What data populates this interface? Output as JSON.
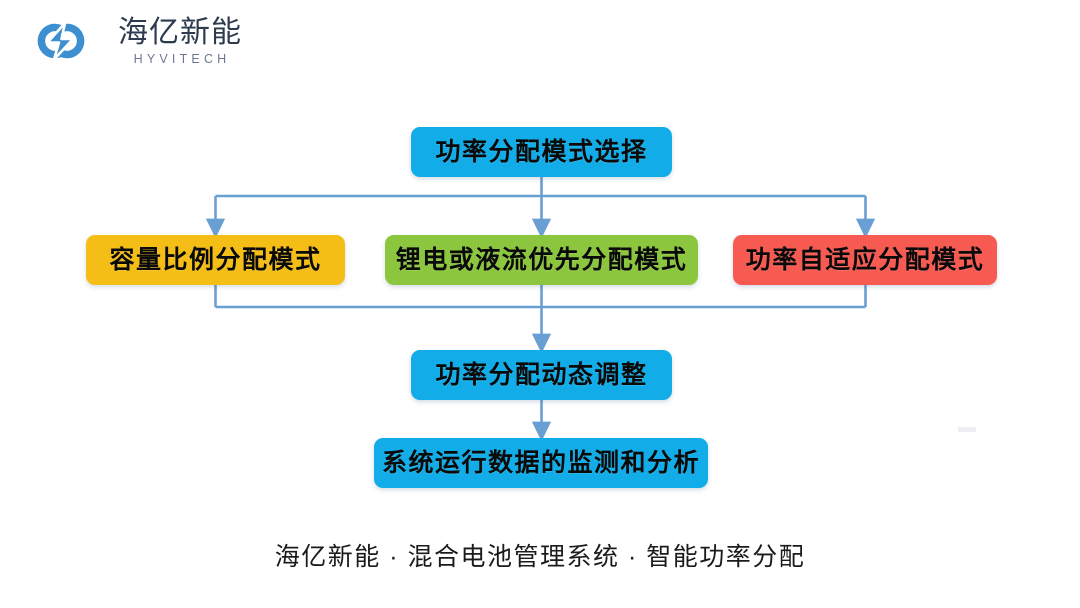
{
  "brand": {
    "name_cn": "海亿新能",
    "name_en": "HYVITECH",
    "logo_icon": "infinity-bolt-logo-icon",
    "logo_color": "#3E8FD0",
    "text_color": "#2e3a4e"
  },
  "chart_data": {
    "type": "diagram",
    "title": "功率分配模式选择",
    "nodes": [
      {
        "id": "root",
        "label": "功率分配模式选择",
        "color": "#12ADE8",
        "level": 0
      },
      {
        "id": "capacity",
        "label": "容量比例分配模式",
        "color": "#F5BE16",
        "level": 1
      },
      {
        "id": "priority",
        "label": "锂电或液流优先分配模式",
        "color": "#8CC63E",
        "level": 1
      },
      {
        "id": "adaptive",
        "label": "功率自适应分配模式",
        "color": "#F75A51",
        "level": 1
      },
      {
        "id": "dynamic",
        "label": "功率分配动态调整",
        "color": "#12ADE8",
        "level": 2
      },
      {
        "id": "monitor",
        "label": "系统运行数据的监测和分析",
        "color": "#12ADE8",
        "level": 3
      }
    ],
    "edges": [
      {
        "from": "root",
        "to": "capacity"
      },
      {
        "from": "root",
        "to": "priority"
      },
      {
        "from": "root",
        "to": "adaptive"
      },
      {
        "from": "capacity",
        "to": "dynamic"
      },
      {
        "from": "priority",
        "to": "dynamic"
      },
      {
        "from": "adaptive",
        "to": "dynamic"
      },
      {
        "from": "dynamic",
        "to": "monitor"
      }
    ],
    "connector_color": "#6A9FD4",
    "legend": [],
    "annotations": []
  },
  "caption": {
    "text": "海亿新能 · 混合电池管理系统 · 智能功率分配"
  }
}
